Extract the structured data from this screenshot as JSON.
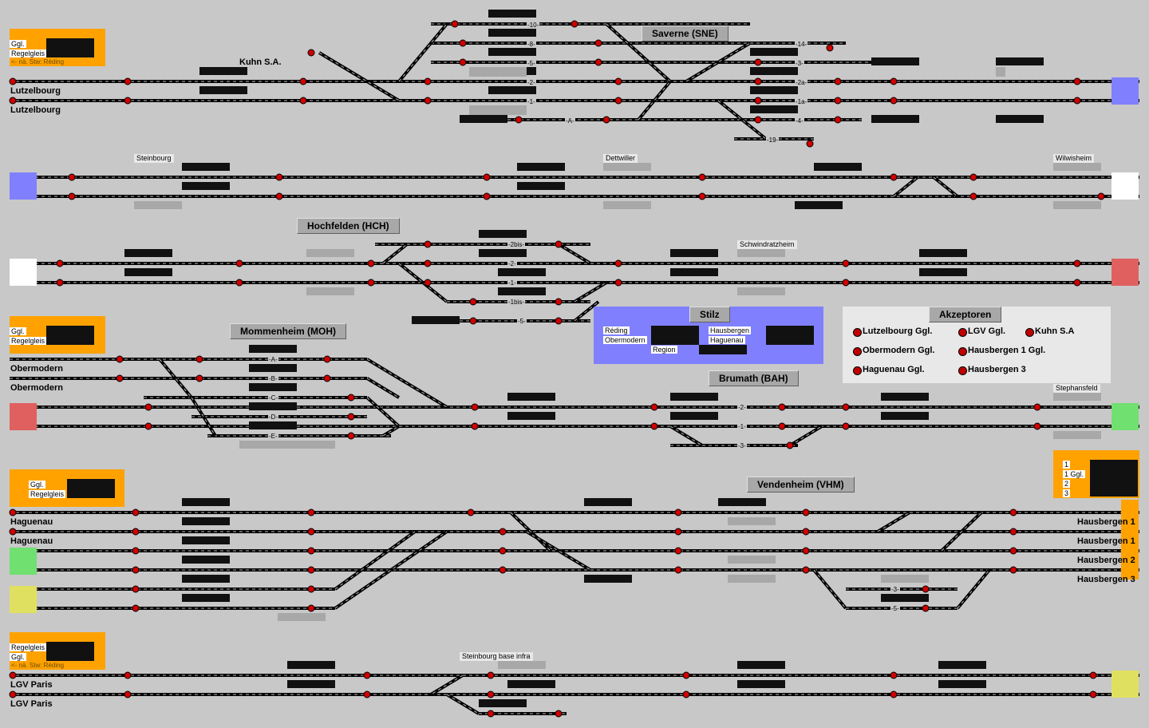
{
  "stations": {
    "saverne": "Saverne (SNE)",
    "hochfelden": "Hochfelden (HCH)",
    "mommenheim": "Mommenheim (MOH)",
    "brumath": "Brumath (BAH)",
    "vendenheim": "Vendenheim (VHM)"
  },
  "places": {
    "kuhn": "Kuhn S.A.",
    "steinbourg": "Steinbourg",
    "dettwiller": "Dettwiller",
    "wilwisheim": "Wilwisheim",
    "schwindratzheim": "Schwindratzheim",
    "stephansfeld": "Stephansfeld",
    "steinbourg_infra": "Steinbourg base infra"
  },
  "ends": {
    "lutzelbourg1": "Lutzelbourg",
    "lutzelbourg2": "Lutzelbourg",
    "obermodern1": "Obermodern",
    "obermodern2": "Obermodern",
    "haguenau1": "Haguenau",
    "haguenau2": "Haguenau",
    "hausbergen1a": "Hausbergen 1",
    "hausbergen1b": "Hausbergen 1",
    "hausbergen2": "Hausbergen 2",
    "hausbergen3": "Hausbergen 3",
    "lgv1": "LGV Paris",
    "lgv2": "LGV Paris"
  },
  "panel_lutz": {
    "ggl": "Ggl.",
    "regel": "Regelgleis",
    "stw": "<- nä. Stw: Réding"
  },
  "panel_ober": {
    "ggl": "Ggl.",
    "regel": "Regelgleis"
  },
  "panel_hag": {
    "ggl": "Ggl.",
    "regel": "Regelgleis"
  },
  "panel_lgv": {
    "regel": "Regelgleis",
    "ggl": "Ggl.",
    "stw": "<- nä. Stw: Réding"
  },
  "panel_haus": {
    "r1": "1",
    "r2": "1 Ggl.",
    "r3": "2",
    "r4": "3"
  },
  "stilz": {
    "title": "Stilz",
    "reding": "Réding",
    "obermodern": "Obermodern",
    "region": "Region",
    "hausbergen": "Hausbergen",
    "haguenau": "Haguenau"
  },
  "akzeptoren": {
    "title": "Akzeptoren",
    "items": [
      "Lutzelbourg Ggl.",
      "LGV Ggl.",
      "Kuhn S.A",
      "Obermodern Ggl.",
      "Hausbergen 1 Ggl.",
      "Haguenau Ggl.",
      "Hausbergen 3"
    ]
  },
  "tracks": {
    "sne": [
      "-10-",
      "-8-",
      "-5-",
      "-2-",
      "-1-",
      "-A-",
      "-14-",
      "-3-",
      "-2a-",
      "-1a-",
      "-4-",
      "-19-"
    ],
    "hch": [
      "-2bis-",
      "-2-",
      "-1-",
      "-1bis-",
      "-5-"
    ],
    "moh": [
      "-A-",
      "-B-",
      "-C-",
      "-D-",
      "-E-"
    ],
    "bah": [
      "-2-",
      "-1-",
      "-3-"
    ],
    "vhm": [
      "-3-",
      "-5-"
    ]
  },
  "colors": {
    "background": "#c8c8c8",
    "orange": "#ffa200",
    "blue": "#8080ff",
    "red": "#e06060",
    "green": "#70e070",
    "yellow": "#e0e060",
    "track": "#000000",
    "signal_red": "#d00000"
  }
}
